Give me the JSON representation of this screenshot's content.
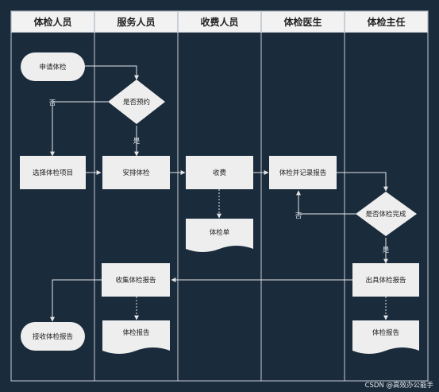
{
  "lanes": [
    "体检人员",
    "服务人员",
    "收费人员",
    "体检医生",
    "体检主任"
  ],
  "nodes": {
    "apply": "申请体检",
    "reserved_q": "是否预约",
    "choose": "选择体检项目",
    "arrange": "安排体检",
    "charge": "收费",
    "check": "体检并记录报告",
    "done_q": "是否体检完成",
    "bill": "体检单",
    "issue": "出具体检报告",
    "collect": "收集体检报告",
    "receive": "接收体检报告",
    "report_service": "体检报告",
    "report_director": "体检报告"
  },
  "edges": {
    "no_reserve": "否",
    "yes_reserve": "是",
    "no_done": "否",
    "yes_done": "是"
  },
  "watermark": "CSDN @高效办公能手",
  "colors": {
    "background": "#1a2b3c",
    "node_fill": "#eeeeee",
    "line": "#e6e6e6",
    "lane_border": "#c8ced4"
  }
}
